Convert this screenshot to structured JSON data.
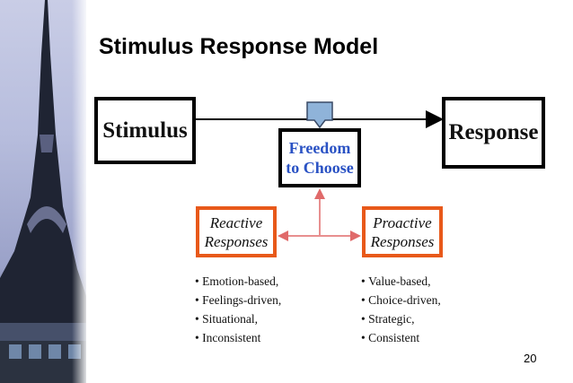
{
  "slide": {
    "title": "Stimulus Response Model",
    "page_number": "20"
  },
  "diagram": {
    "stimulus": "Stimulus",
    "response": "Response",
    "freedom_line1": "Freedom",
    "freedom_line2": "to Choose",
    "reactive_line1": "Reactive",
    "reactive_line2": "Responses",
    "proactive_line1": "Proactive",
    "proactive_line2": "Responses",
    "reactive_traits": [
      "Emotion-based,",
      "Feelings-driven,",
      "Situational,",
      "Inconsistent"
    ],
    "proactive_traits": [
      "Value-based,",
      "Choice-driven,",
      "Strategic,",
      "Consistent"
    ]
  },
  "colors": {
    "freedom_text": "#2a52c4",
    "response_box_border": "#e8591a",
    "connector": "#e06a6a",
    "callout_fill": "#8fb3d9"
  }
}
